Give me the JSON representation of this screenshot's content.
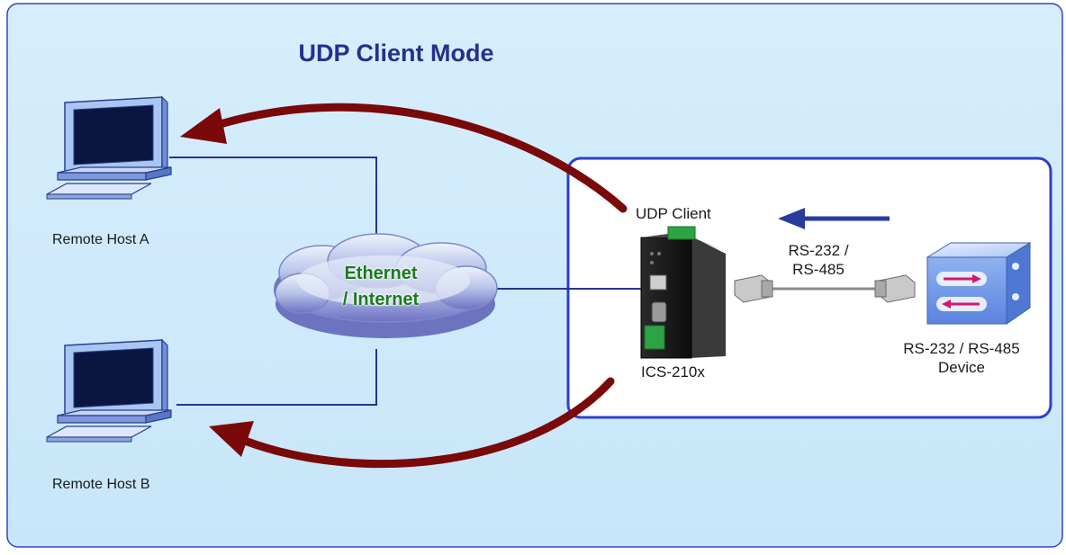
{
  "diagram": {
    "title": "UDP Client Mode",
    "network": {
      "line1": "Ethernet",
      "line2": "/ Internet"
    },
    "host_a": {
      "label": "Remote Host A"
    },
    "host_b": {
      "label": "Remote Host B"
    },
    "server": {
      "role_label": "UDP Client",
      "model_label": "ICS-210x"
    },
    "link": {
      "line1": "RS-232 /",
      "line2": "RS-485"
    },
    "device": {
      "line1": "RS-232 / RS-485",
      "line2": "Device"
    },
    "colors": {
      "background": "#cfeafb",
      "frame": "#3344cc",
      "arrow_red": "#7a0a0a",
      "arrow_blue": "#2a3b9e",
      "line": "#2a3290",
      "title": "#24318c",
      "network_text": "#1c7a1c"
    },
    "icons": [
      "computer-icon",
      "cloud-icon",
      "serial-server-icon",
      "db9-connector-icon",
      "serial-device-icon"
    ]
  }
}
